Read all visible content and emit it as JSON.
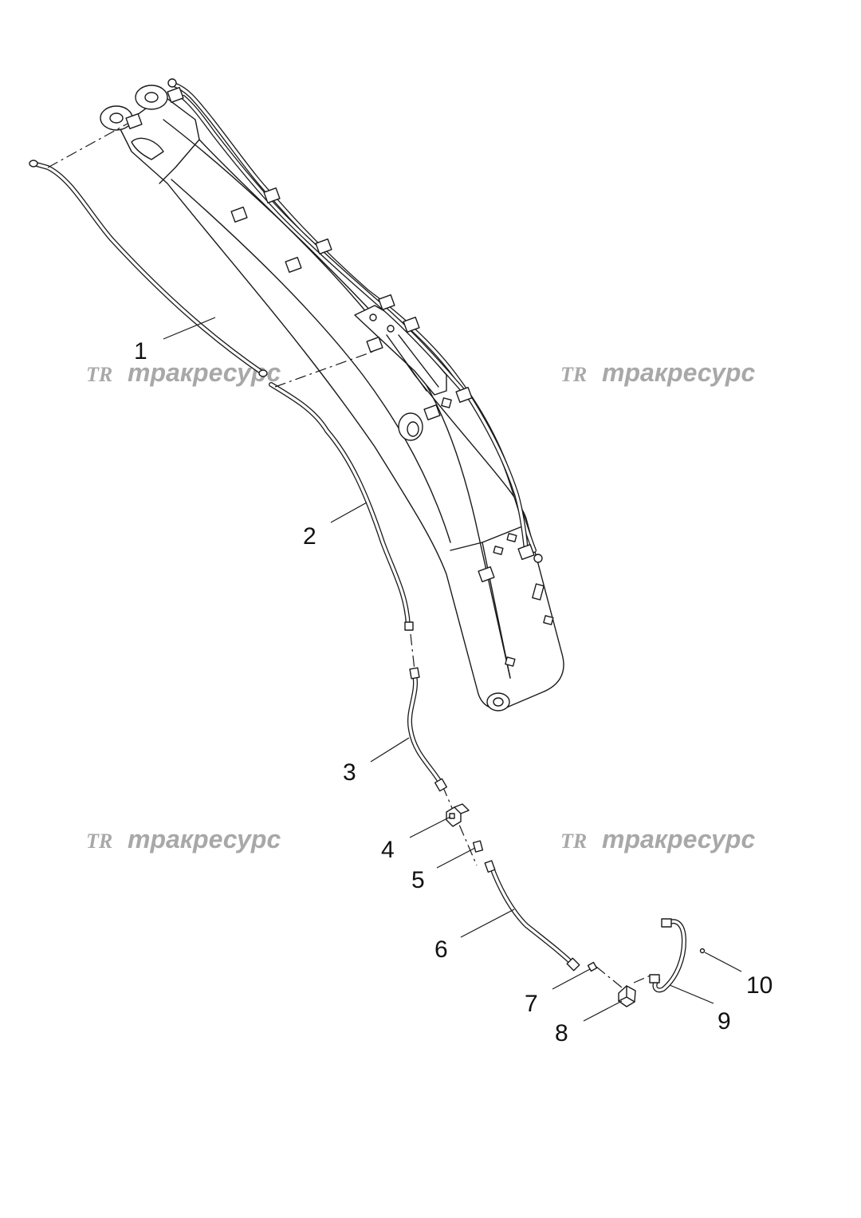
{
  "watermark": {
    "logo": "TR",
    "text": "тракресурс"
  },
  "parts": [
    {
      "number": "1"
    },
    {
      "number": "2"
    },
    {
      "number": "3"
    },
    {
      "number": "4"
    },
    {
      "number": "5"
    },
    {
      "number": "6"
    },
    {
      "number": "7"
    },
    {
      "number": "8"
    },
    {
      "number": "9"
    },
    {
      "number": "10"
    }
  ]
}
